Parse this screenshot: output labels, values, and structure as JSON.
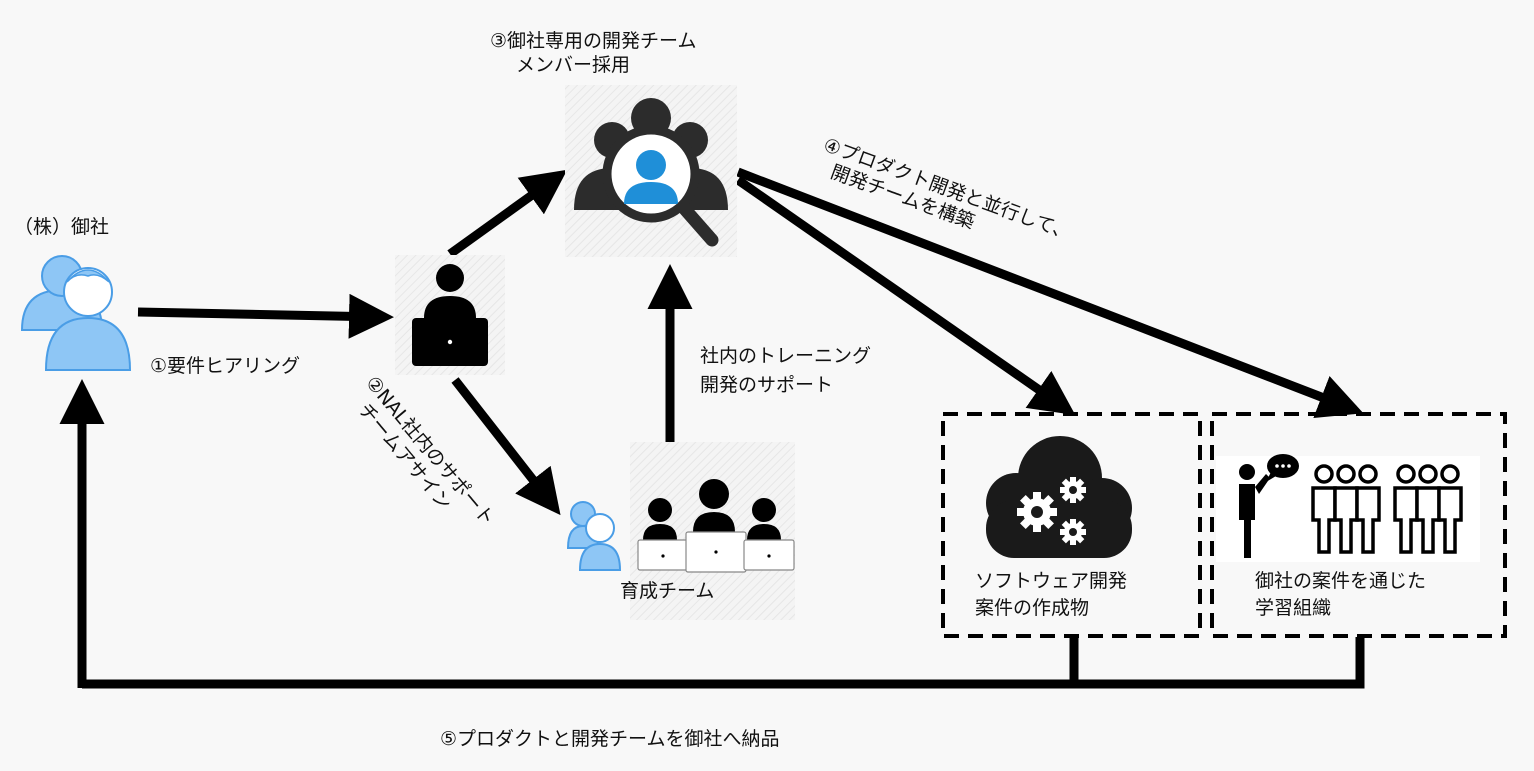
{
  "client": {
    "name": "（株）御社"
  },
  "steps": {
    "step1": "①要件ヒアリング",
    "step2": {
      "line1": "②NAL社内のサポート",
      "line2": "チームアサイン"
    },
    "step3": {
      "line1": "③御社専用の開発チーム",
      "line2": "メンバー採用"
    },
    "step4": {
      "line1": "④プロダクト開発と並行して、",
      "line2": "開発チームを構築"
    },
    "step5": "⑤プロダクトと開発チームを御社へ納品"
  },
  "training": {
    "line1": "社内のトレーニング",
    "line2": "開発のサポート"
  },
  "team": {
    "label": "育成チーム"
  },
  "deliverables": {
    "software": {
      "line1": "ソフトウェア開発",
      "line2": "案件の作成物"
    },
    "org": {
      "line1": "御社の案件を通じた",
      "line2": "学習組織"
    }
  },
  "colors": {
    "accent": "#4a9de6",
    "accent_light": "#8ec6f5",
    "ink": "#000000",
    "icon_dark": "#2c2c2c"
  }
}
